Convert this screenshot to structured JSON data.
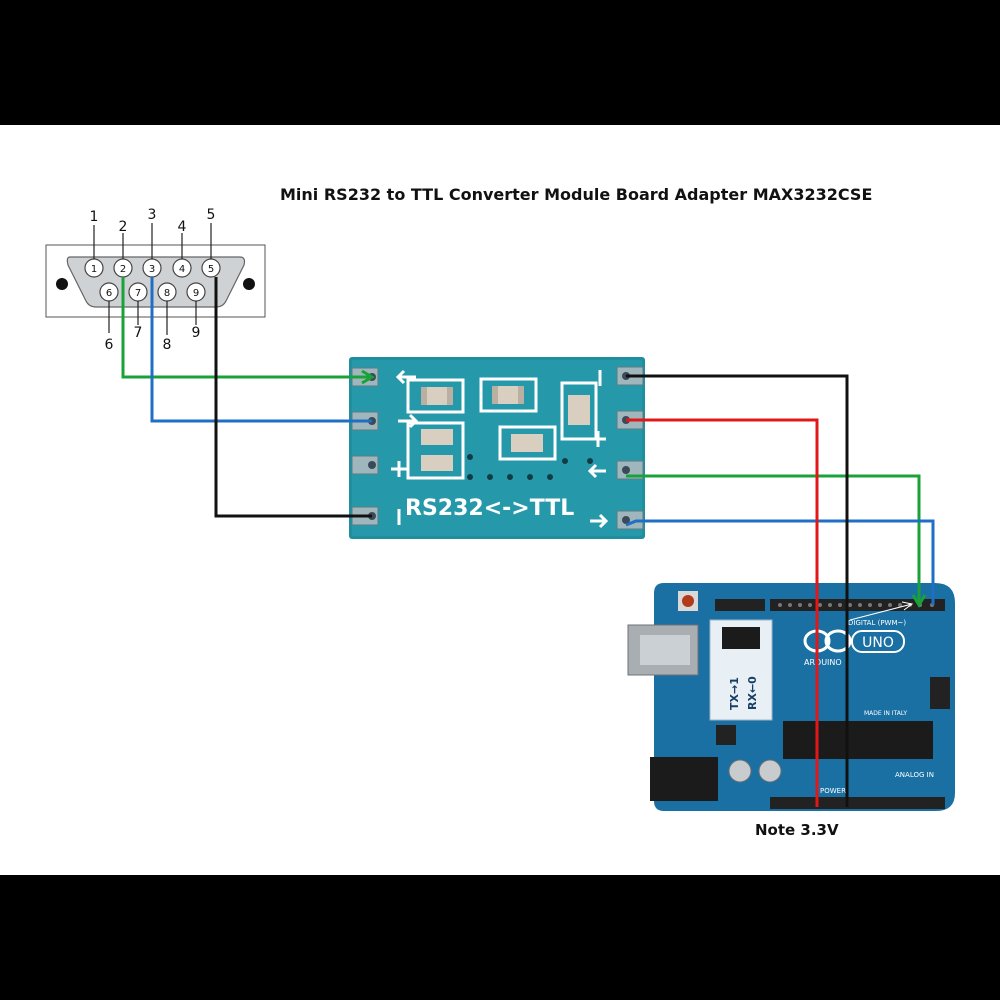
{
  "title": "Mini RS232 to TTL Converter Module Board Adapter MAX3232CSE",
  "note": "Note 3.3V",
  "db9": {
    "pin_numbers": [
      "1",
      "2",
      "3",
      "4",
      "5",
      "6",
      "7",
      "8",
      "9"
    ]
  },
  "module": {
    "silk_label": "RS232<->TTL"
  },
  "arduino": {
    "logo_text": "UNO",
    "brand_text": "ARDUINO",
    "digital_label": "DIGITAL (PWM~)",
    "power_label": "POWER",
    "analog_label": "ANALOG IN",
    "tx_label": "TX→1",
    "rx_label": "RX←0",
    "made_in": "MADE IN ITALY"
  },
  "wire_colors": {
    "green": "#1aa23a",
    "blue": "#1f6fc4",
    "black": "#111111",
    "red": "#e01818"
  }
}
